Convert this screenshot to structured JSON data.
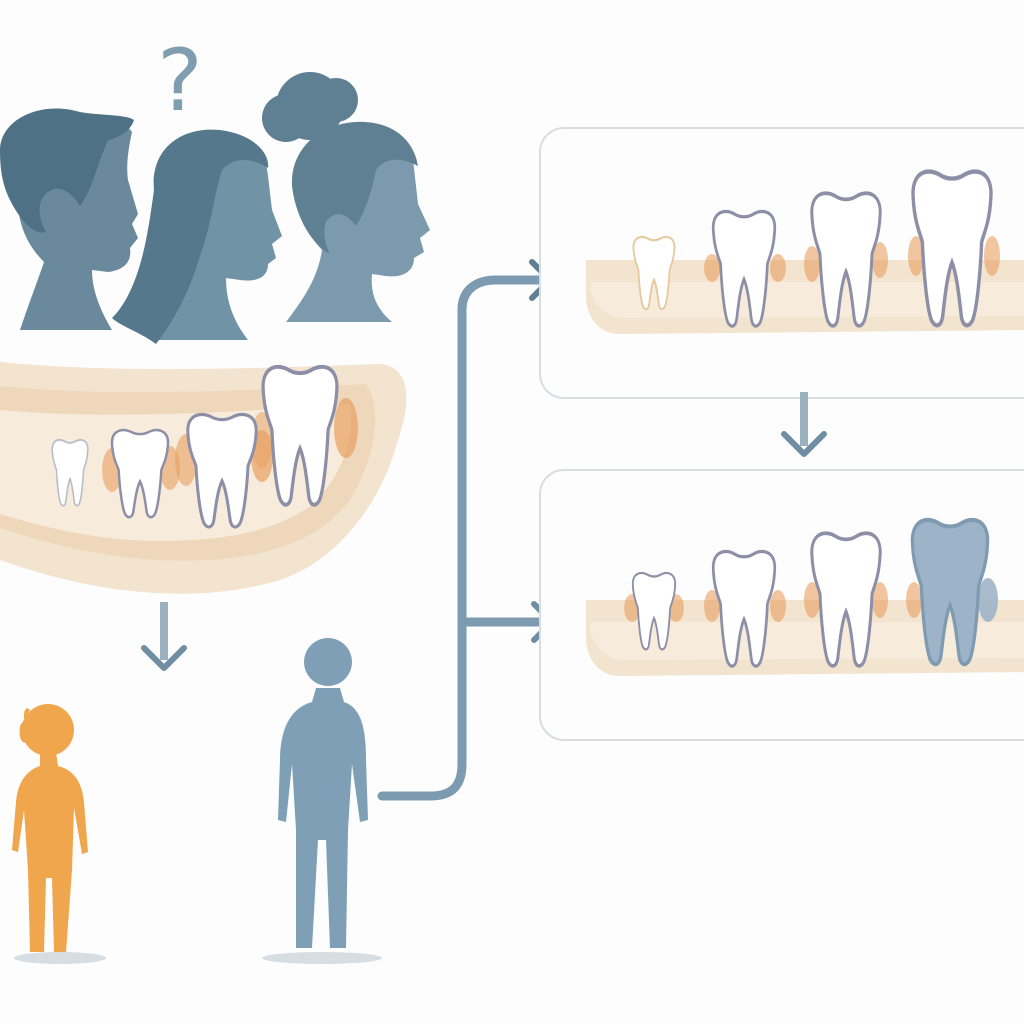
{
  "figure": {
    "question_mark": "?"
  },
  "colors": {
    "background": "#fdfdfd",
    "head_slate": "#5f7f93",
    "head_light": "#7f9db0",
    "arrow_blue": "#7d9bb0",
    "gum_beige": "#f5e4cf",
    "gum_edge": "#ecd3b4",
    "gum_inflamed": "#e8a060",
    "tooth_white": "#ffffff",
    "tooth_outline": "#8c8fa6",
    "tooth_shade": "#e4e7ee",
    "tooth_diseased": "#9db4c8",
    "child_orange": "#f0a64c",
    "adult_blue": "#7f9fb6",
    "panel_border": "#d6dde3"
  },
  "people": [
    "child",
    "adult"
  ],
  "panels": [
    {
      "id": "top",
      "teeth": 4,
      "diseased_tooth": false
    },
    {
      "id": "bottom",
      "teeth": 4,
      "diseased_tooth": true
    }
  ]
}
